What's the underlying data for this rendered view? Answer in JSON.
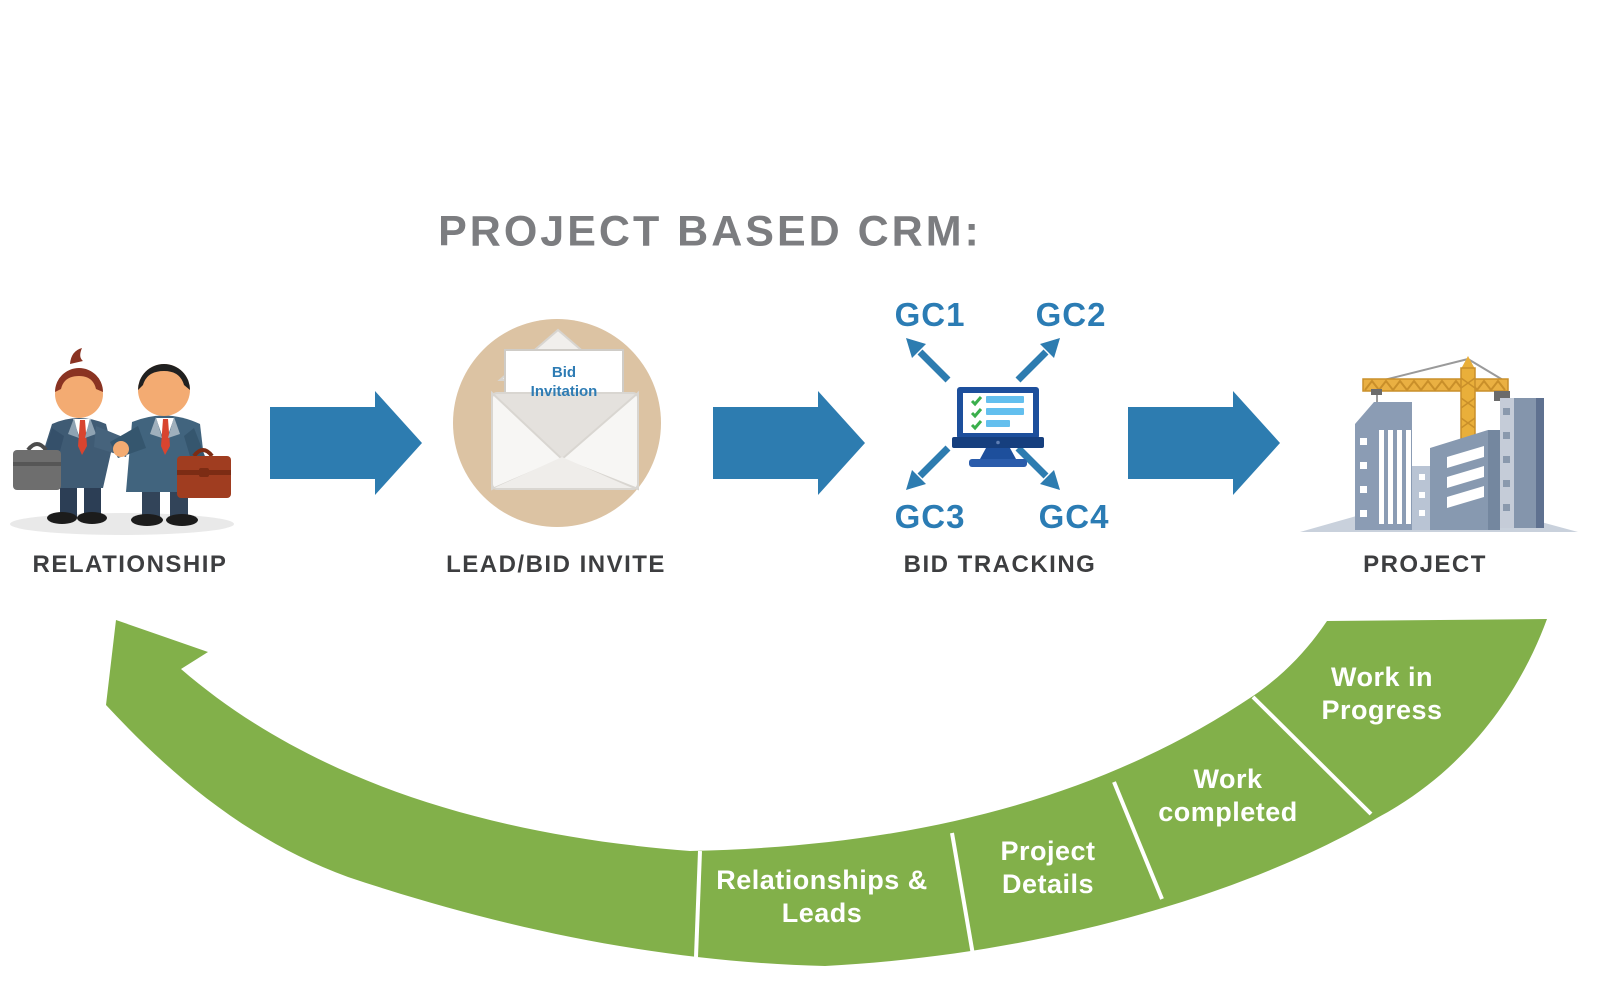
{
  "title": "PROJECT BASED CRM:",
  "steps": [
    {
      "label": "RELATIONSHIP"
    },
    {
      "label": "LEAD/BID INVITE"
    },
    {
      "label": "BID TRACKING"
    },
    {
      "label": "PROJECT"
    }
  ],
  "envelope_note": "Bid Invitation",
  "gc": [
    "GC1",
    "GC2",
    "GC3",
    "GC4"
  ],
  "cycle": [
    {
      "label": "Relationships & Leads"
    },
    {
      "label": "Project Details"
    },
    {
      "label": "Work completed"
    },
    {
      "label": "Work in Progress"
    }
  ],
  "colors": {
    "arrow_blue": "#2d7cb0",
    "cycle_green": "#82b04a",
    "title_gray": "#7c7d80",
    "label_dark": "#3d3e40",
    "envelope_circle_tan": "#dcc3a3",
    "monitor_navy": "#1d4f9c",
    "divider_white": "#ffffff"
  }
}
